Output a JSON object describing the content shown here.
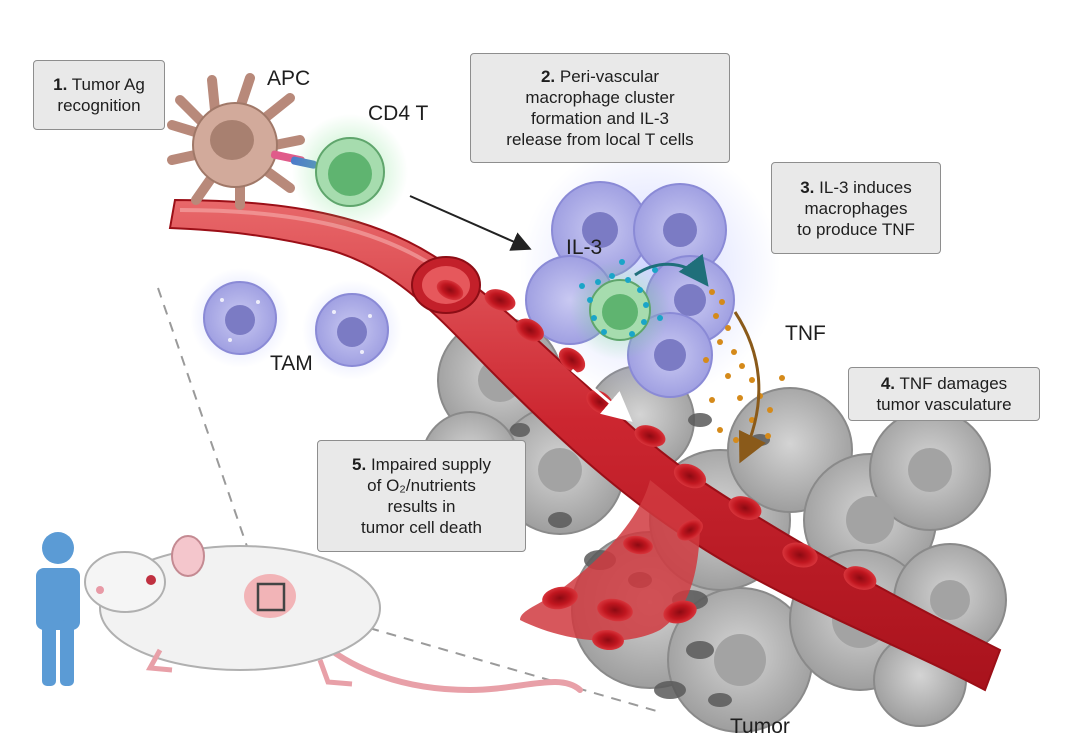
{
  "labels": {
    "apc": "APC",
    "cd4": "CD4 T",
    "tam": "TAM",
    "il3": "IL-3",
    "tnf": "TNF",
    "tumor": "Tumor"
  },
  "callouts": [
    {
      "num": "1.",
      "lines": [
        "Tumor Ag",
        "recognition"
      ]
    },
    {
      "num": "2.",
      "lines": [
        "Peri-vascular",
        "macrophage cluster",
        "formation and IL-3",
        "release from local T cells"
      ]
    },
    {
      "num": "3.",
      "lines": [
        "IL-3 induces",
        "macrophages",
        "to produce TNF"
      ]
    },
    {
      "num": "4.",
      "lines": [
        "TNF damages",
        "tumor vasculature"
      ]
    },
    {
      "num": "5.",
      "lines": [
        "Impaired supply",
        "of O₂/nutrients",
        "results in",
        "tumor cell death"
      ]
    }
  ],
  "colors": {
    "vessel": "#c8202a",
    "vessel_light": "#e05a5a",
    "rbc": "#b5121b",
    "macrophage": "#a9a9e6",
    "tcell": "#7cc08c",
    "tumor": "#b9b9b9",
    "tnf": "#d58a1a",
    "il3": "#1aa5c8",
    "human": "#5b9bd5",
    "callout_bg": "#e9e9e9"
  }
}
